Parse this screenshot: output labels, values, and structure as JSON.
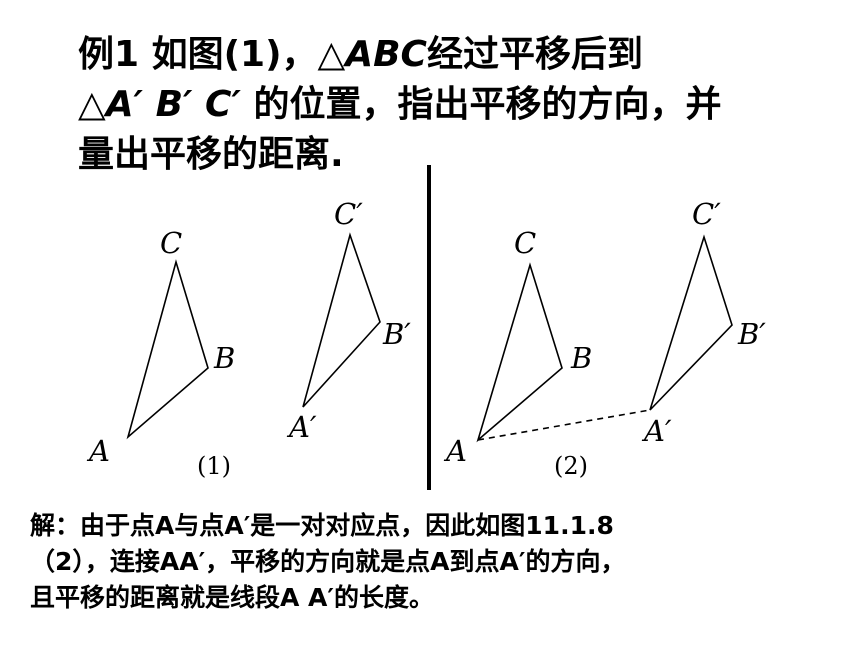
{
  "problem": {
    "line1_a": "例1 如图(1)，△",
    "line1_b": "ABC",
    "line1_c": "经过平移后到",
    "line2_a": "△",
    "line2_b": "A′ B′ C′",
    "line2_c": " 的位置，指出平移的方向，并",
    "line3": "量出平移的距离."
  },
  "figure": {
    "left_caption": "(1)",
    "right_caption": "(2)",
    "labels": {
      "A": "A",
      "B": "B",
      "C": "C",
      "A_prime": "A′",
      "B_prime": "B′",
      "C_prime": "C′"
    }
  },
  "solution": {
    "line1": "解：由于点A与点A′是一对对应点，因此如图11.1.8",
    "line2": "（2），连接AA′，平移的方向就是点A到点A′的方向，",
    "line3": "且平移的距离就是线段A A′的长度。"
  }
}
